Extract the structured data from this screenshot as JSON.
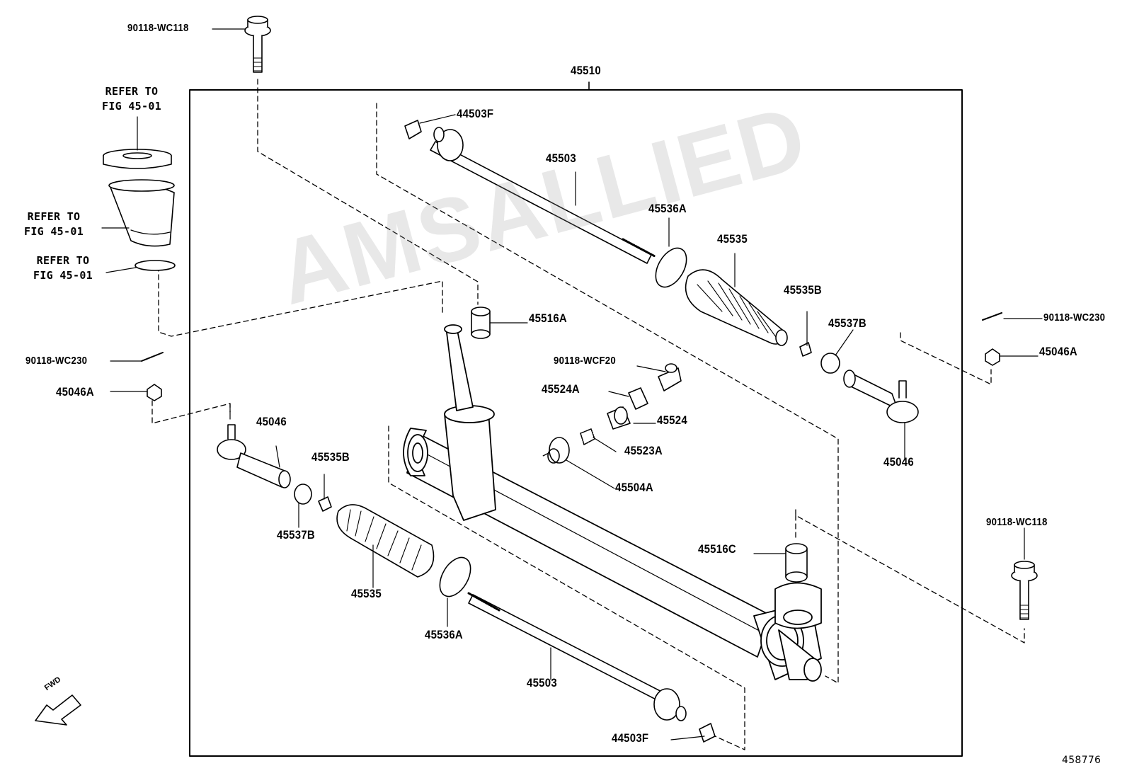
{
  "assembly_label": "45510",
  "labels": {
    "bolt_top": "90118-WC118",
    "refer_1": "REFER TO\nFIG 45-01",
    "refer_2": "REFER TO\nFIG 45-01",
    "refer_3": "REFER TO\nFIG 45-01",
    "pin_left": "90118-WC230",
    "nut_left": "45046A",
    "washer_top": "44503F",
    "rod_top": "45503",
    "clamp_top": "45536A",
    "boot_top": "45535",
    "clip_top": "45535B",
    "nut_top": "45537B",
    "bushing_top": "45516A",
    "plug": "90118-WCF20",
    "gasket": "45524A",
    "cap": "45524",
    "spring": "45523A",
    "guide": "45504A",
    "pin_right": "90118-WC230",
    "nut_right": "45046A",
    "tie_rod_right": "45046",
    "tie_rod_left": "45046",
    "clip_left": "45535B",
    "nut_left2": "45537B",
    "boot_left": "45535",
    "clamp_left": "45536A",
    "rod_bottom": "45503",
    "washer_bottom": "44503F",
    "bushing_right": "45516C",
    "bolt_right": "90118-WC118"
  },
  "watermark": "AMSALLIED",
  "fwd_label": "FWD",
  "figure_number": "458776"
}
